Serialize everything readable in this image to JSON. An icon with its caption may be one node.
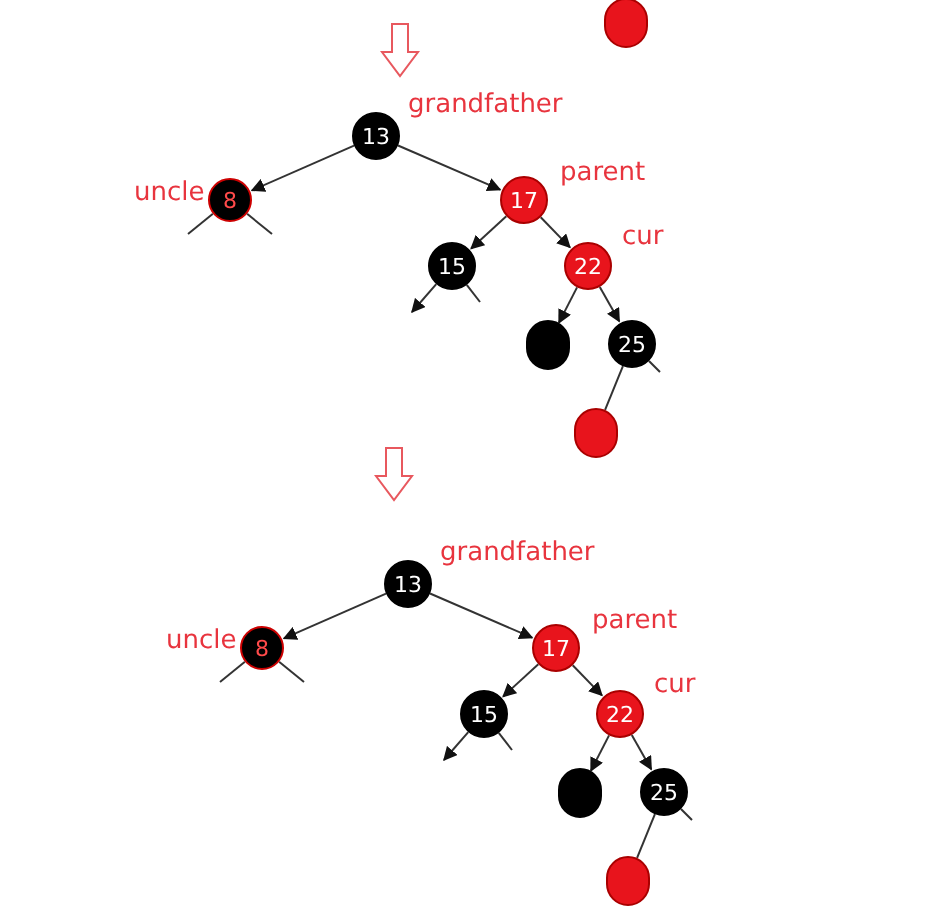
{
  "diagram": {
    "nodes": [
      {
        "text": [],
        "shape": "circle"
      },
      {
        "text": [
          "13"
        ],
        "beside": [
          "grandfather"
        ]
      },
      {
        "text": [
          "8"
        ],
        "beside": [
          "uncle"
        ]
      },
      {
        "text": [
          "17"
        ],
        "beside": [
          "parent"
        ]
      },
      {
        "text": [
          "15"
        ]
      },
      {
        "text": [
          "22"
        ],
        "beside": [
          "cur"
        ]
      },
      {
        "text": [],
        "shape": "circle"
      },
      {
        "text": [
          "25"
        ]
      },
      {
        "text": [],
        "shape": "circle"
      },
      {
        "text": [
          "13"
        ],
        "beside": [
          "grandfather"
        ]
      },
      {
        "text": [
          "8"
        ],
        "beside": [
          "uncle"
        ]
      },
      {
        "text": [
          "17"
        ],
        "beside": [
          "parent"
        ]
      },
      {
        "text": [
          "15"
        ]
      },
      {
        "text": [
          "22"
        ],
        "beside": [
          "cur"
        ]
      },
      {
        "text": [],
        "shape": "circle"
      },
      {
        "text": [
          "25"
        ]
      },
      {
        "text": [],
        "shape": "circle"
      }
    ],
    "edges": [
      {
        "from": 1,
        "to": 2,
        "arrow": "to"
      },
      {
        "from": 1,
        "to": 3,
        "arrow": "to"
      },
      {
        "from": 2,
        "to": null,
        "arrow": "none"
      },
      {
        "from": 2,
        "to": null,
        "arrow": "none"
      },
      {
        "from": 3,
        "to": 4,
        "arrow": "to"
      },
      {
        "from": 3,
        "to": 5,
        "arrow": "to"
      },
      {
        "from": 4,
        "to": null,
        "arrow": "to"
      },
      {
        "from": 4,
        "to": null,
        "arrow": "none"
      },
      {
        "from": 5,
        "to": 6,
        "arrow": "to"
      },
      {
        "from": 5,
        "to": 7,
        "arrow": "to"
      },
      {
        "from": 7,
        "to": 8,
        "arrow": "none"
      },
      {
        "from": 7,
        "to": null,
        "arrow": "none"
      },
      {
        "from": 9,
        "to": 10,
        "arrow": "to"
      },
      {
        "from": 9,
        "to": 11,
        "arrow": "to"
      },
      {
        "from": 10,
        "to": null,
        "arrow": "none"
      },
      {
        "from": 10,
        "to": null,
        "arrow": "none"
      },
      {
        "from": 11,
        "to": 12,
        "arrow": "to"
      },
      {
        "from": 11,
        "to": 13,
        "arrow": "to"
      },
      {
        "from": 12,
        "to": null,
        "arrow": "to"
      },
      {
        "from": 12,
        "to": null,
        "arrow": "none"
      },
      {
        "from": 13,
        "to": 14,
        "arrow": "to"
      },
      {
        "from": 13,
        "to": 15,
        "arrow": "to"
      },
      {
        "from": 15,
        "to": 16,
        "arrow": "none"
      },
      {
        "from": 15,
        "to": null,
        "arrow": "none"
      }
    ]
  }
}
